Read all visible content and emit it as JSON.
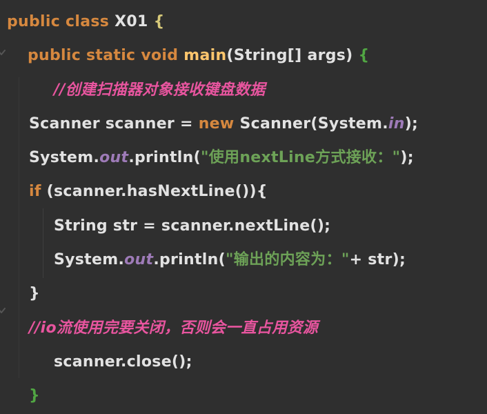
{
  "editor": {
    "background": "#2f2f2f",
    "colors": {
      "keyword": "#d6883f",
      "plain": "#e2e2e2",
      "method": "#ffc66d",
      "string": "#6da257",
      "comment": "#e8559f",
      "field": "#9e7bb8",
      "brace_outer": "#d8ca7a",
      "brace_method": "#51a643"
    },
    "lines": [
      {
        "indent": 10,
        "tokens": [
          {
            "t": "public class ",
            "c": "keyword"
          },
          {
            "t": "X01 ",
            "c": "plain"
          },
          {
            "t": "{",
            "c": "brace_outer"
          }
        ]
      },
      {
        "indent": 40,
        "tokens": [
          {
            "t": "public static void ",
            "c": "keyword"
          },
          {
            "t": "main",
            "c": "method"
          },
          {
            "t": "(String[] args) ",
            "c": "plain"
          },
          {
            "t": "{",
            "c": "brace_method"
          }
        ]
      },
      {
        "indent": 78,
        "tokens": [
          {
            "t": "//创建扫描器对象接收键盘数据",
            "c": "comment"
          }
        ]
      },
      {
        "indent": 42,
        "tokens": [
          {
            "t": "Scanner scanner = ",
            "c": "plain"
          },
          {
            "t": "new ",
            "c": "keyword"
          },
          {
            "t": "Scanner(System.",
            "c": "plain"
          },
          {
            "t": "in",
            "c": "field"
          },
          {
            "t": ");",
            "c": "plain"
          }
        ]
      },
      {
        "indent": 42,
        "tokens": [
          {
            "t": "System.",
            "c": "plain"
          },
          {
            "t": "out",
            "c": "field"
          },
          {
            "t": ".println(",
            "c": "plain"
          },
          {
            "t": "\"使用nextLine方式接收：\"",
            "c": "string"
          },
          {
            "t": ");",
            "c": "plain"
          }
        ]
      },
      {
        "indent": 42,
        "tokens": [
          {
            "t": "if ",
            "c": "keyword"
          },
          {
            "t": "(scanner.hasNextLine()){",
            "c": "plain"
          }
        ]
      },
      {
        "indent": 78,
        "tokens": [
          {
            "t": "String str = scanner.nextLine();",
            "c": "plain"
          }
        ]
      },
      {
        "indent": 78,
        "tokens": [
          {
            "t": "System.",
            "c": "plain"
          },
          {
            "t": "out",
            "c": "field"
          },
          {
            "t": ".println(",
            "c": "plain"
          },
          {
            "t": "\"输出的内容为：\"",
            "c": "string"
          },
          {
            "t": "+ str);",
            "c": "plain"
          }
        ]
      },
      {
        "indent": 42,
        "tokens": [
          {
            "t": "}",
            "c": "plain"
          }
        ]
      },
      {
        "indent": 42,
        "tokens": [
          {
            "t": "//io流使用完要关闭，否则会一直占用资源",
            "c": "comment"
          }
        ]
      },
      {
        "indent": 78,
        "tokens": [
          {
            "t": "scanner.close();",
            "c": "plain"
          }
        ]
      },
      {
        "indent": 42,
        "tokens": [
          {
            "t": "}",
            "c": "brace_method"
          }
        ]
      }
    ]
  }
}
